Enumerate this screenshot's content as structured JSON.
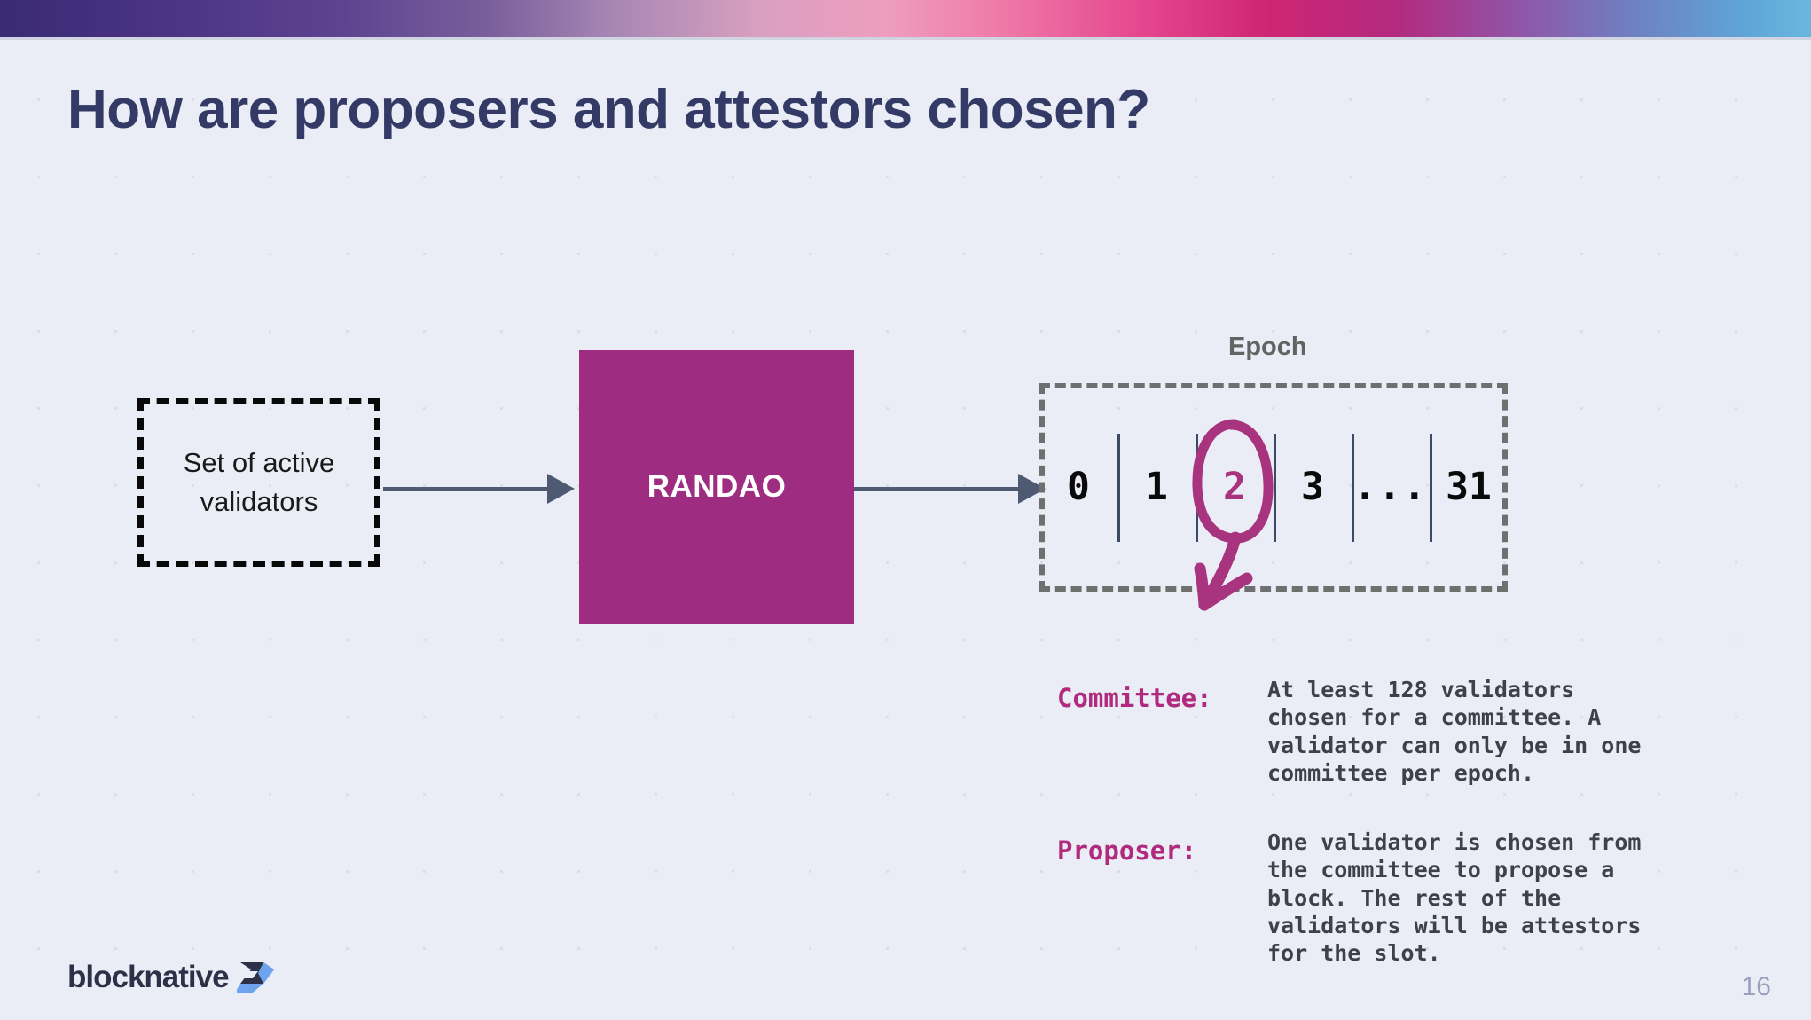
{
  "slide": {
    "title": "How are proposers and attestors chosen?",
    "page_number": "16"
  },
  "colors": {
    "title": "#333a66",
    "accent_magenta": "#9e2d82",
    "annotation_magenta": "#a8337f",
    "arrow_slate": "#4e5a72",
    "background": "#eaedf6",
    "epoch_dash": "#6f6f6f",
    "body_text": "#3f4148",
    "page_number": "#9ba0bf"
  },
  "topbar": {
    "gradient_stops": [
      "#3a2a73",
      "#5d4490",
      "#a887b4",
      "#ee9dbe",
      "#e5478e",
      "#cf2573",
      "#8f56a8",
      "#6f7fc1",
      "#69b7df"
    ]
  },
  "diagram": {
    "validators_box": {
      "label": "Set of active\nvalidators"
    },
    "randao_box": {
      "label": "RANDAO"
    },
    "epoch": {
      "label": "Epoch",
      "slots": [
        "0",
        "1",
        "2",
        "3",
        "...",
        "31"
      ],
      "highlighted_slot": "2"
    },
    "arrow_1": "arrow-right",
    "arrow_2": "arrow-right",
    "annotation": "hand-drawn circle around slot 2 with arrow pointing down-left"
  },
  "definitions": [
    {
      "term": "Committee:",
      "body": "At least 128 validators\nchosen for a committee. A\nvalidator can only be in one\ncommittee per epoch."
    },
    {
      "term": "Proposer:",
      "body": "One validator is chosen from\nthe committee to propose a\nblock. The rest of the\nvalidators will be attestors\nfor the slot."
    }
  ],
  "logo": {
    "wordmark": "blocknative"
  }
}
